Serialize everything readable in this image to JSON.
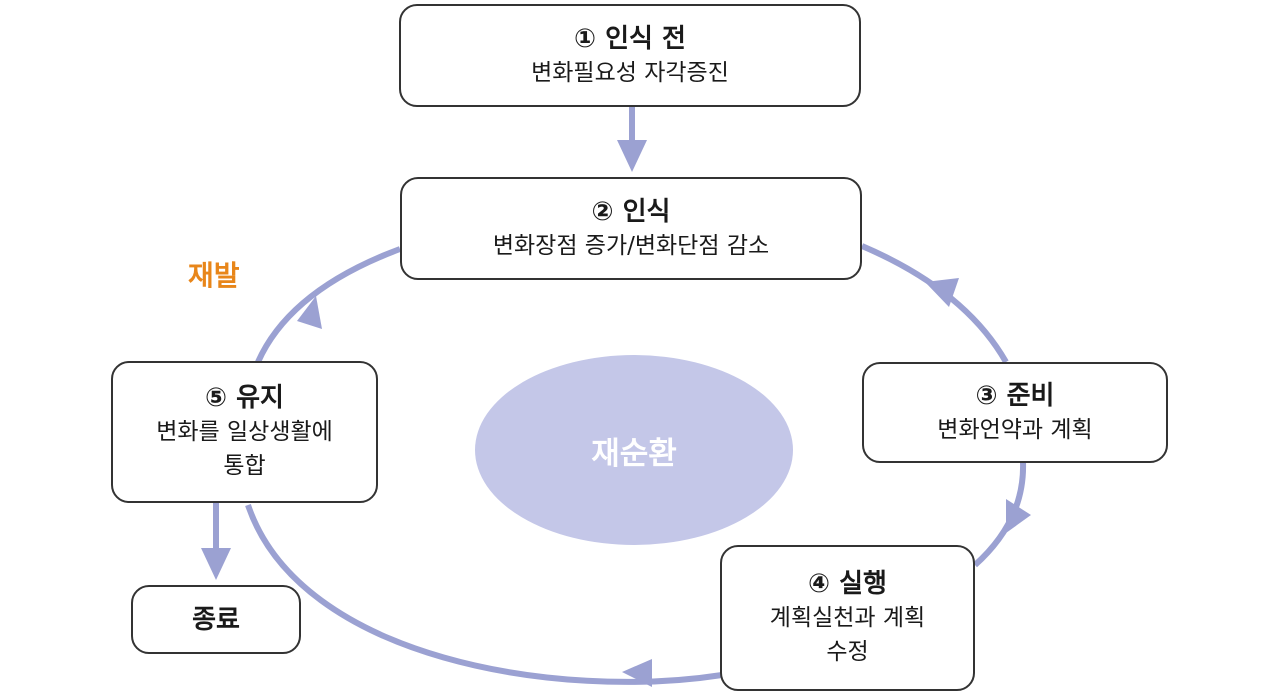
{
  "colors": {
    "flow": "#9ba1d2",
    "center_fill": "#c4c7e8",
    "box_border": "#333333",
    "relapse": "#e8861a"
  },
  "stages": [
    {
      "title": "① 인식 전",
      "desc": "변화필요성 자각증진"
    },
    {
      "title": "② 인식",
      "desc": "변화장점 증가/변화단점 감소"
    },
    {
      "title": "③ 준비",
      "desc": "변화언약과 계획"
    },
    {
      "title": "④ 실행",
      "desc": "계획실천과 계획\n수정"
    },
    {
      "title": "⑤ 유지",
      "desc": "변화를 일상생활에\n통합"
    }
  ],
  "end": {
    "label": "종료"
  },
  "center": {
    "label": "재순환"
  },
  "relapse": {
    "label": "재발"
  }
}
